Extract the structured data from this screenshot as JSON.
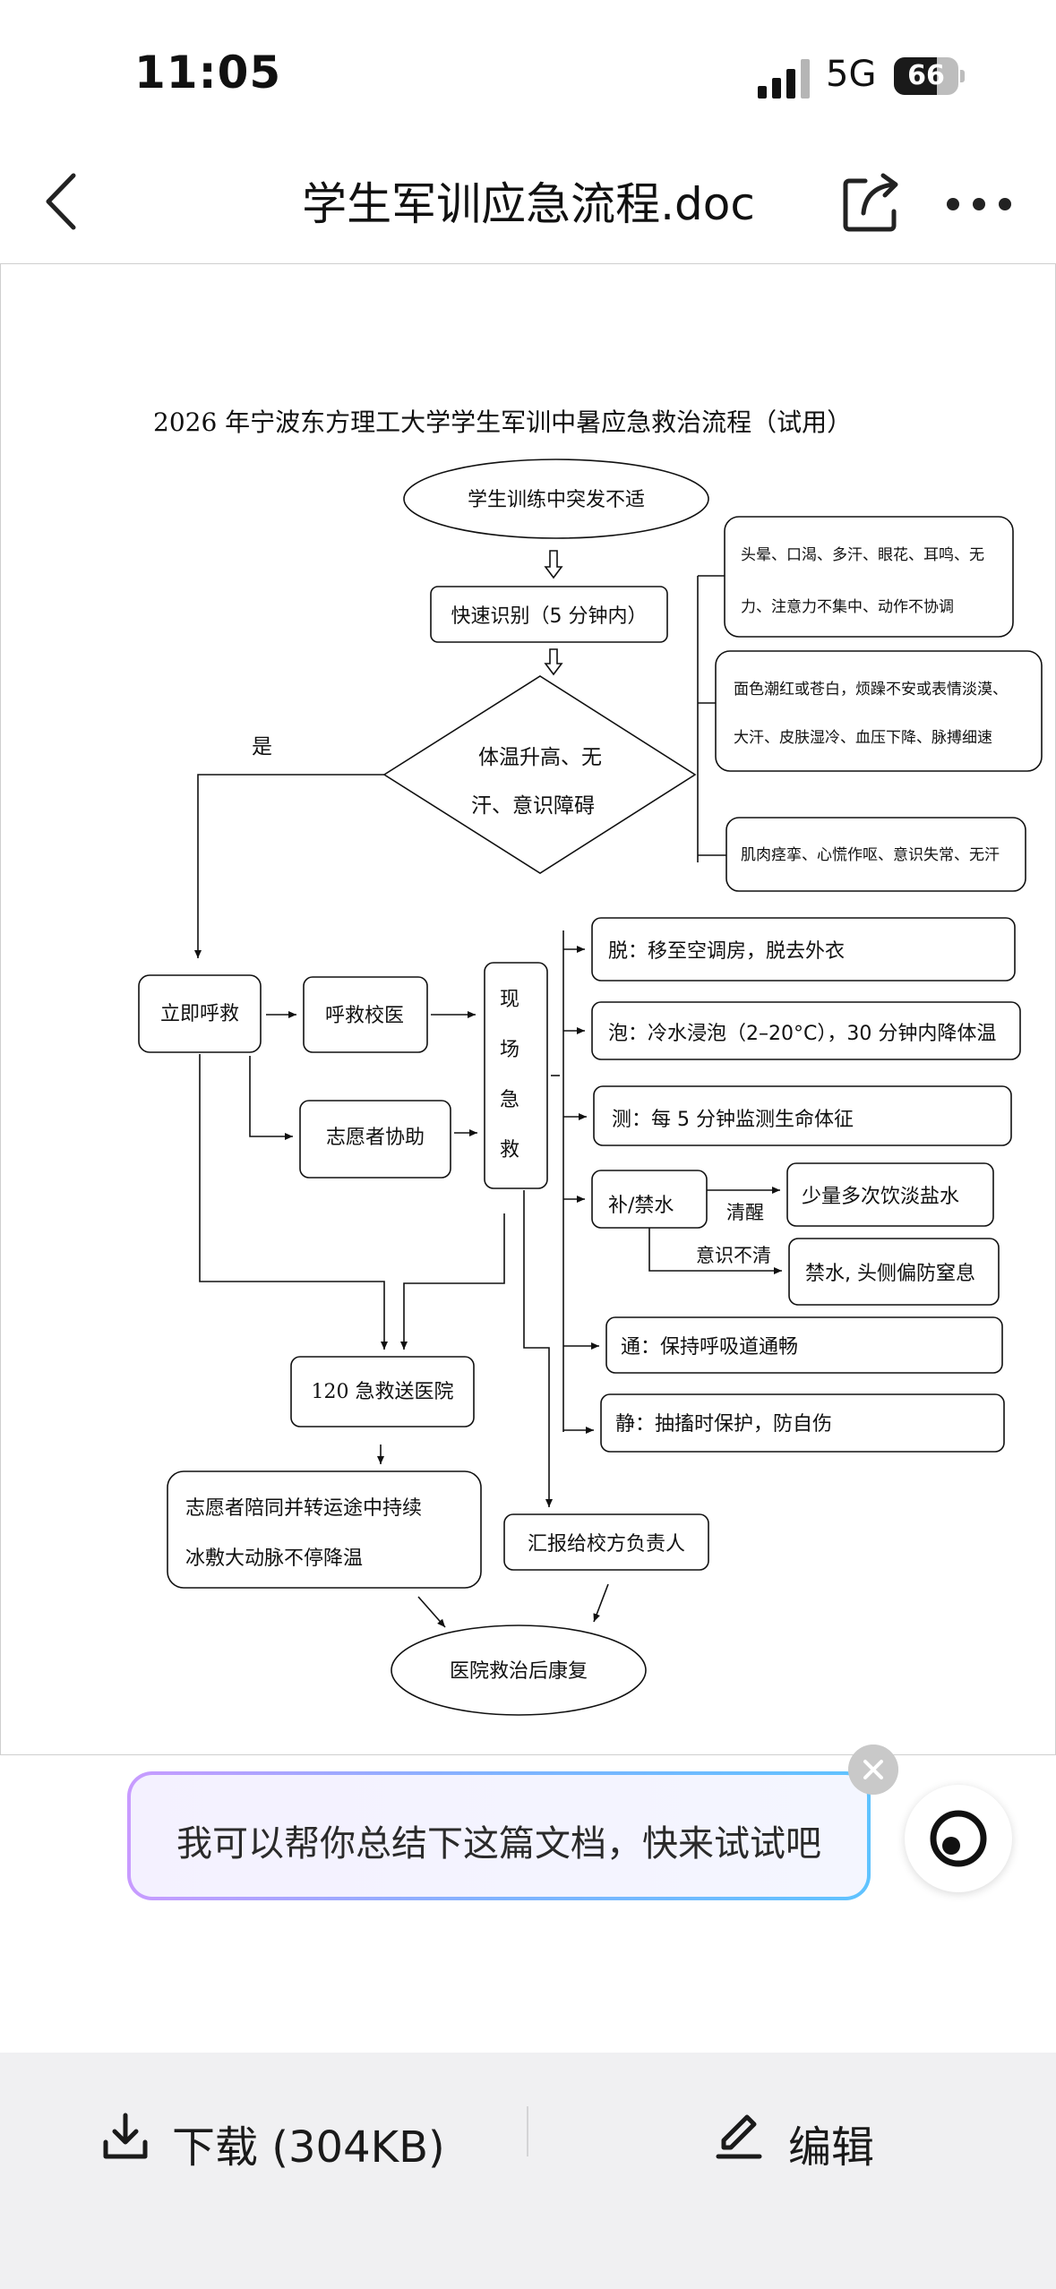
{
  "status_bar": {
    "time": "11:05",
    "network": "5G",
    "battery": "66",
    "battery_level": 0.66
  },
  "nav": {
    "title": "学生军训应急流程.doc"
  },
  "document": {
    "heading": "2026 年宁波东方理工大学学生军训中暑应急救治流程（试用）",
    "nodes": {
      "start": "学生训练中突发不适",
      "identify": "快速识别（5 分钟内）",
      "decision_line1": "体温升高、无",
      "decision_line2": "汗、意识障碍",
      "yes": "是",
      "symptom1_line1": "头晕、口渴、多汗、眼花、耳鸣、无",
      "symptom1_line2": "力、注意力不集中、动作不协调",
      "symptom2_line1": "面色潮红或苍白，烦躁不安或表情淡漠、",
      "symptom2_line2": "大汗、皮肤湿冷、血压下降、脉搏细速",
      "symptom3": "肌肉痉挛、心慌作呕、意识失常、无汗",
      "call": "立即呼救",
      "call_doctor": "呼救校医",
      "volunteer": "志愿者协助",
      "onsite_1": "现",
      "onsite_2": "场",
      "onsite_3": "急",
      "onsite_4": "救",
      "step_tuo": "脱：移至空调房，脱去外衣",
      "step_pao": "泡：冷水浸泡（2–20°C），30 分钟内降体温",
      "step_ce": "测：每 5 分钟监测生命体征",
      "step_bu": "补/禁水",
      "label_awake": "清醒",
      "label_unconscious": "意识不清",
      "step_bu_awake": "少量多次饮淡盐水",
      "step_bu_unconscious": "禁水, 头侧偏防窒息",
      "step_tong": "通：保持呼吸道通畅",
      "step_jing": "静：抽搐时保护，防自伤",
      "ambulance": "120 急救送医院",
      "escort_line1": "志愿者陪同并转运途中持续",
      "escort_line2": "冰敷大动脉不停降温",
      "report": "汇报给校方负责人",
      "end": "医院救治后康复"
    }
  },
  "ai_banner": {
    "text": "我可以帮你总结下这篇文档，快来试试吧"
  },
  "bottom_bar": {
    "download_label": "下载 (304KB)",
    "edit_label": "编辑"
  },
  "icons": {
    "back": "chevron-left-icon",
    "share": "share-icon",
    "more": "more-icon",
    "close": "close-icon",
    "ai": "ai-assistant-icon",
    "download": "download-icon",
    "edit": "pencil-icon"
  }
}
